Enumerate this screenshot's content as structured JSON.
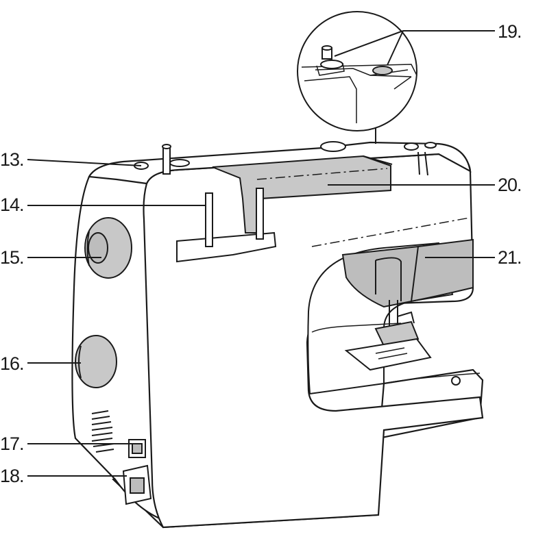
{
  "callouts": [
    {
      "id": "13",
      "text": "13."
    },
    {
      "id": "14",
      "text": "14."
    },
    {
      "id": "15",
      "text": "15."
    },
    {
      "id": "16",
      "text": "16."
    },
    {
      "id": "17",
      "text": "17."
    },
    {
      "id": "18",
      "text": "18."
    },
    {
      "id": "19",
      "text": "19."
    },
    {
      "id": "20",
      "text": "20."
    },
    {
      "id": "21",
      "text": "21."
    }
  ]
}
